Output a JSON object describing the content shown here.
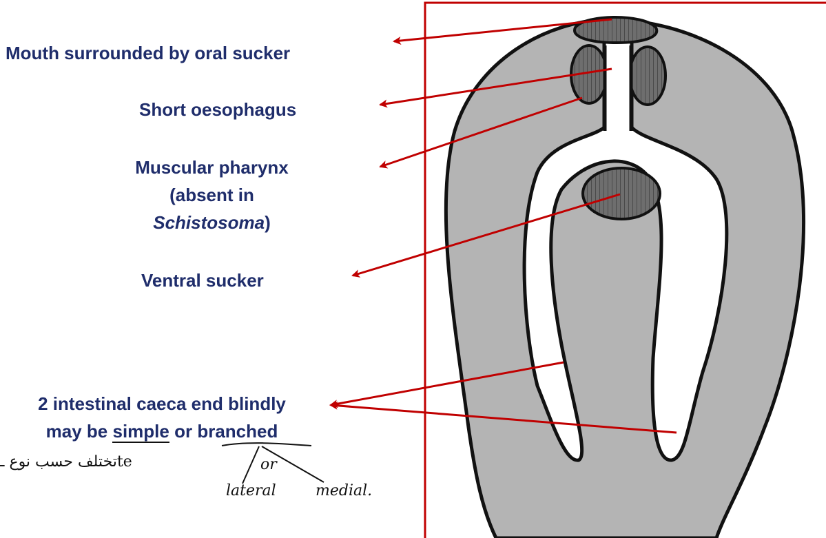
{
  "labels": {
    "mouth": "Mouth surrounded by oral sucker",
    "oesophagus": "Short  oesophagus",
    "pharynx_line1": "Muscular pharynx",
    "pharynx_line2": "(absent in",
    "pharynx_genus": "Schistosoma",
    "pharynx_close": ")",
    "ventral": "Ventral sucker",
    "caeca_line1": "2 intestinal caeca end blindly",
    "caeca_prefix": "may be ",
    "caeca_simple": "simple",
    "caeca_or": " or ",
    "caeca_branched": "branched"
  },
  "handwriting": {
    "arabic": "تختلف حسب نوع ـte",
    "or": "or",
    "lateral": "lateral",
    "medial": "medial."
  },
  "colors": {
    "label_text": "#1f2d6b",
    "arrow": "#c00000",
    "frame": "#c00000",
    "body_fill": "#b4b4b4",
    "sucker_fill": "#6e6e6e",
    "outline": "#111111"
  }
}
